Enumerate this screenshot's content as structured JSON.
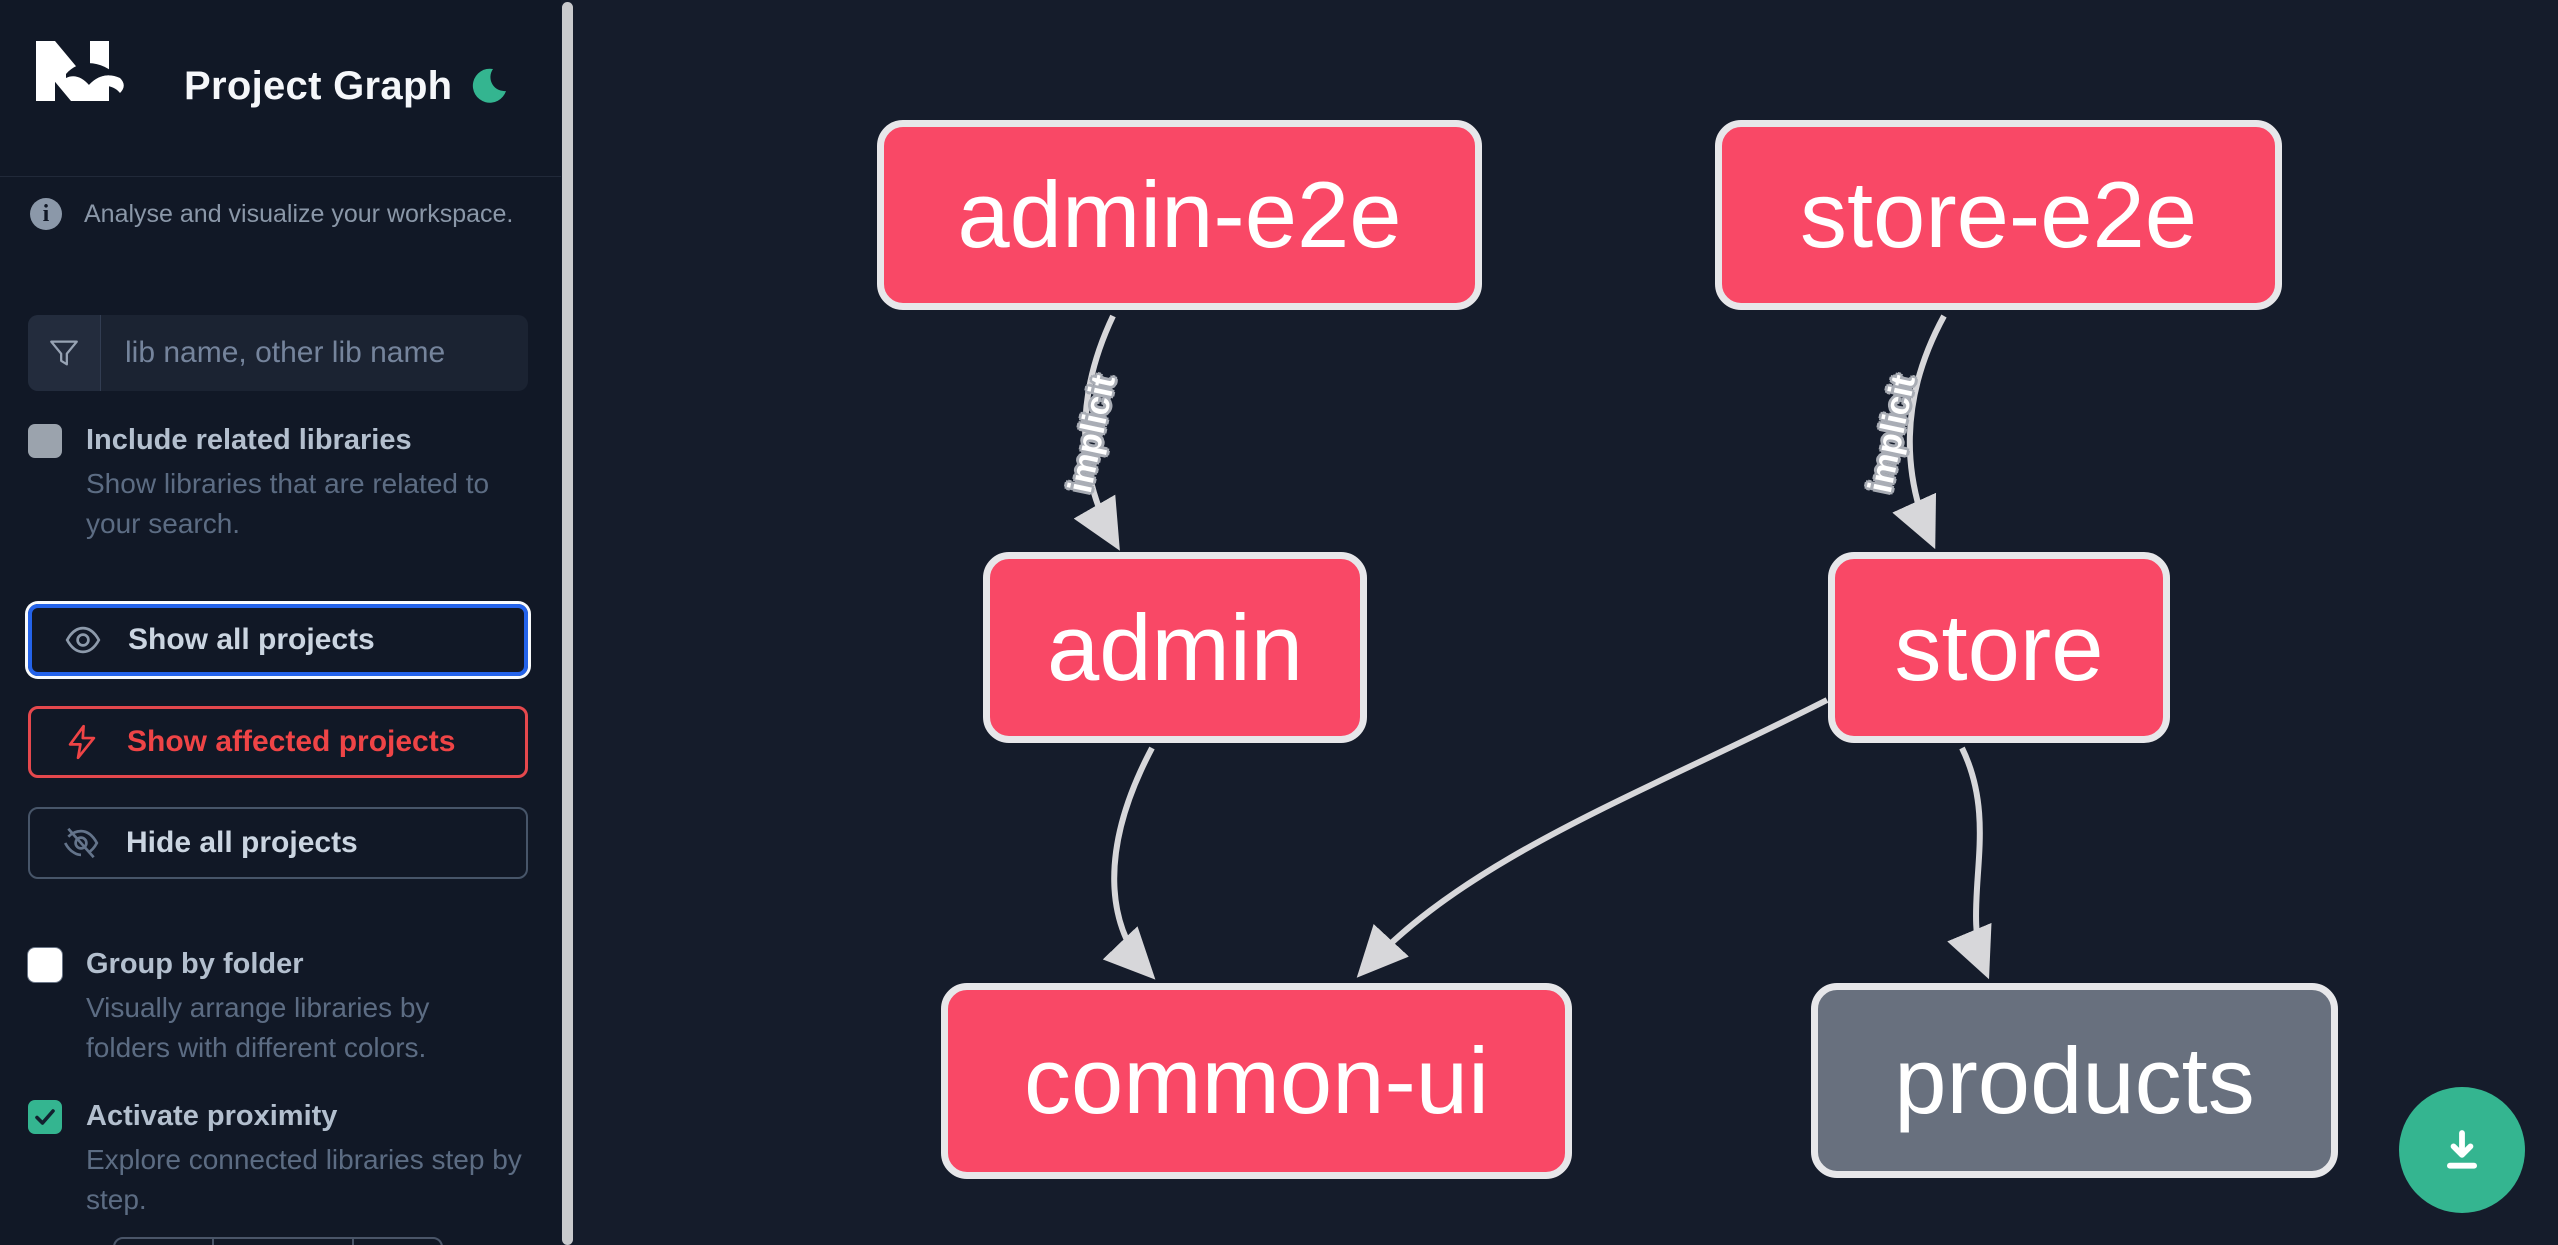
{
  "header": {
    "title": "Project Graph"
  },
  "sidebar": {
    "tagline": "Analyse and visualize your workspace.",
    "filter_placeholder": "lib name, other lib name",
    "include_related": {
      "label": "Include related libraries",
      "description": "Show libraries that are related to your search.",
      "checked": false
    },
    "actions": [
      {
        "label": "Show all projects",
        "icon": "eye-icon",
        "state": "focused"
      },
      {
        "label": "Show affected projects",
        "icon": "lightning-icon",
        "state": "affected"
      },
      {
        "label": "Hide all projects",
        "icon": "eye-slash-icon",
        "state": "default"
      }
    ],
    "group_by_folder": {
      "label": "Group by folder",
      "description": "Visually arrange libraries by folders with different colors.",
      "checked": false
    },
    "proximity": {
      "label": "Activate proximity",
      "description": "Explore connected libraries step by step.",
      "checked": true
    }
  },
  "graph": {
    "nodes": [
      {
        "id": "admin-e2e",
        "label": "admin-e2e",
        "style": "affected"
      },
      {
        "id": "store-e2e",
        "label": "store-e2e",
        "style": "affected"
      },
      {
        "id": "admin",
        "label": "admin",
        "style": "affected"
      },
      {
        "id": "store",
        "label": "store",
        "style": "affected"
      },
      {
        "id": "common-ui",
        "label": "common-ui",
        "style": "affected"
      },
      {
        "id": "products",
        "label": "products",
        "style": "normal"
      }
    ],
    "edges": [
      {
        "source": "admin-e2e",
        "target": "admin",
        "label": "implicit"
      },
      {
        "source": "store-e2e",
        "target": "store",
        "label": "implicit"
      },
      {
        "source": "admin",
        "target": "common-ui",
        "label": ""
      },
      {
        "source": "store",
        "target": "common-ui",
        "label": ""
      },
      {
        "source": "store",
        "target": "products",
        "label": ""
      }
    ]
  },
  "colors": {
    "sidebar_bg": "#111826",
    "canvas_bg": "#151c2b",
    "node_affected": "#f94866",
    "node_normal": "#68707e",
    "node_border": "#e7e7ea",
    "edge": "#d7d7da",
    "focus_blue": "#2463ea",
    "affected_red": "#ef4446",
    "accent_green": "#34b590"
  }
}
